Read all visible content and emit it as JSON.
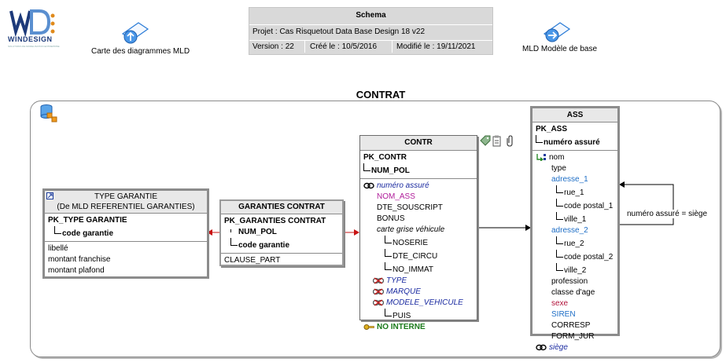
{
  "logo": {
    "brand": "WINDESIGN",
    "tagline": "SOLUTIONS DE MODELISATION ENTREPRISE"
  },
  "nav": {
    "left_label": "Carte des diagrammes MLD",
    "right_label": "MLD Modèle de base"
  },
  "schema": {
    "title": "Schema",
    "project": "Projet : Cas Risquetout Data Base Design 18 v22",
    "version": "Version : 22",
    "created": "Créé le : 10/5/2016",
    "modified": "Modifié le : 19/11/2021"
  },
  "domain": {
    "title": "CONTRAT"
  },
  "entities": {
    "type_garantie": {
      "title_line1": "TYPE GARANTIE",
      "title_line2": "(De MLD REFERENTIEL GARANTIES)",
      "pk": "PK_TYPE GARANTIE",
      "pk_field": "code garantie",
      "attrs": [
        "libellé",
        "montant franchise",
        "montant plafond"
      ]
    },
    "garanties_contrat": {
      "title": "GARANTIES CONTRAT",
      "pk": "PK_GARANTIES CONTRAT",
      "pk_fields": [
        "NUM_POL",
        "code garantie"
      ],
      "attrs": [
        "CLAUSE_PART"
      ]
    },
    "contr": {
      "title": "CONTR",
      "pk": "PK_CONTR",
      "pk_field": "NUM_POL",
      "attrs": {
        "numero_assure": "numéro assuré",
        "nom_ass": "NOM_ASS",
        "dte_souscript": "DTE_SOUSCRIPT",
        "bonus": "BONUS",
        "carte_grise": "carte grise véhicule",
        "noserie": "NOSERIE",
        "dte_circu": "DTE_CIRCU",
        "no_immat": "NO_IMMAT",
        "type": "TYPE",
        "marque": "MARQUE",
        "modele": "MODELE_VEHICULE",
        "puis": "PUIS",
        "no_interne": "NO INTERNE"
      }
    },
    "ass": {
      "title": "ASS",
      "pk": "PK_ASS",
      "pk_field": "numéro assuré",
      "attrs": {
        "nom": "nom",
        "type": "type",
        "adresse_1": "adresse_1",
        "rue_1": "rue_1",
        "code_postal_1": "code postal_1",
        "ville_1": "ville_1",
        "adresse_2": "adresse_2",
        "rue_2": "rue_2",
        "code_postal_2": "code postal_2",
        "ville_2": "ville_2",
        "profession": "profession",
        "classe_age": "classe d'age",
        "sexe": "sexe",
        "siren": "SIREN",
        "corresp": "CORRESP",
        "form_jur": "FORM_JUR",
        "siege": "siège"
      }
    }
  },
  "relations": {
    "self_ref_label": "numéro assuré = siège"
  },
  "colors": {
    "link_red": "#c81414",
    "attr_blue": "#1e6ec6",
    "attr_dark_blue": "#1a2aa0",
    "attr_red": "#b2123a",
    "attr_green": "#1b7a1b",
    "attr_magenta": "#b01c9a"
  }
}
